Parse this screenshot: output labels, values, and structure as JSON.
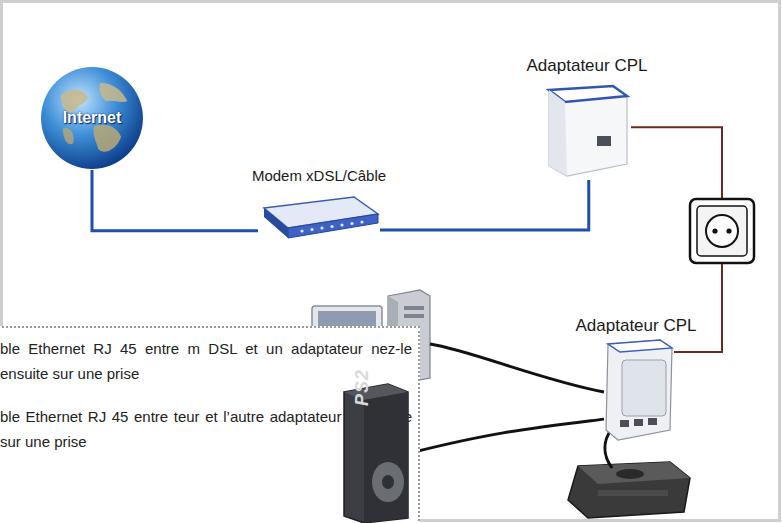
{
  "diagram": {
    "nodes": [
      {
        "text": [
          "Internet"
        ]
      },
      {
        "text": [
          "Modem xDSL/Câble"
        ]
      },
      {
        "text": [
          "Adaptateur CPL"
        ]
      },
      {
        "text": [
          "Adaptateur CPL"
        ]
      },
      {
        "text": [
          "ble Ethernet RJ 45 entre m DSL et un adaptateur nez-le ensuite sur une prise",
          "ble Ethernet RJ 45 entre teur et l’autre adaptateur anchez-le sur une prise"
        ]
      },
      {
        "text": [
          "PS2"
        ]
      }
    ],
    "edges": [
      {
        "from": 0,
        "to": 1,
        "arrow": "none"
      },
      {
        "from": 1,
        "to": 2,
        "arrow": "none"
      },
      {
        "from": 2,
        "to": 3,
        "arrow": "none"
      },
      {
        "from": 3,
        "to": 5,
        "arrow": "none"
      }
    ]
  }
}
